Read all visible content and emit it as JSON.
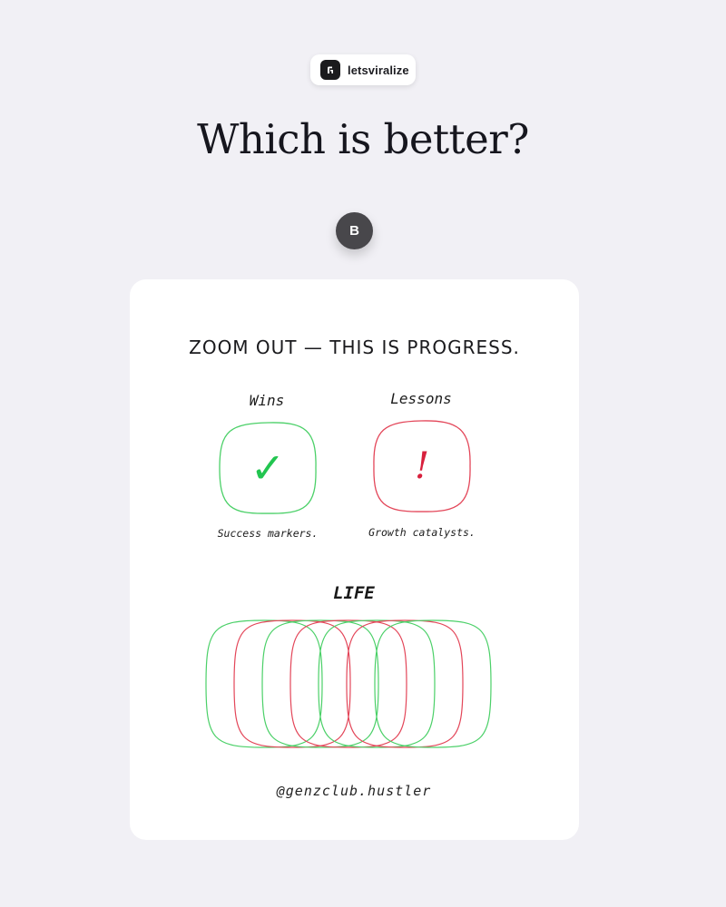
{
  "brand": {
    "name": "letsviralize",
    "logo_icon": "letsviralize-logo-icon"
  },
  "headline": "Which is better?",
  "option_badge": "B",
  "card": {
    "title": "ZOOM OUT — THIS IS PROGRESS.",
    "wins": {
      "label": "Wins",
      "icon": "checkmark-icon",
      "symbol": "✓",
      "caption": "Success markers.",
      "color": "#2ecc55"
    },
    "lessons": {
      "label": "Lessons",
      "icon": "exclamation-icon",
      "symbol": "!",
      "caption": "Growth catalysts.",
      "color": "#dc2f4a"
    },
    "life_label": "LIFE",
    "life_loops": [
      {
        "kind": "win",
        "color": "#4bd068"
      },
      {
        "kind": "lesson",
        "color": "#e34659"
      },
      {
        "kind": "win",
        "color": "#4bd068"
      },
      {
        "kind": "lesson",
        "color": "#e34659"
      },
      {
        "kind": "win",
        "color": "#4bd068"
      },
      {
        "kind": "lesson",
        "color": "#e34659"
      },
      {
        "kind": "win",
        "color": "#4bd068"
      }
    ],
    "handle": "@genzclub.hustler"
  }
}
